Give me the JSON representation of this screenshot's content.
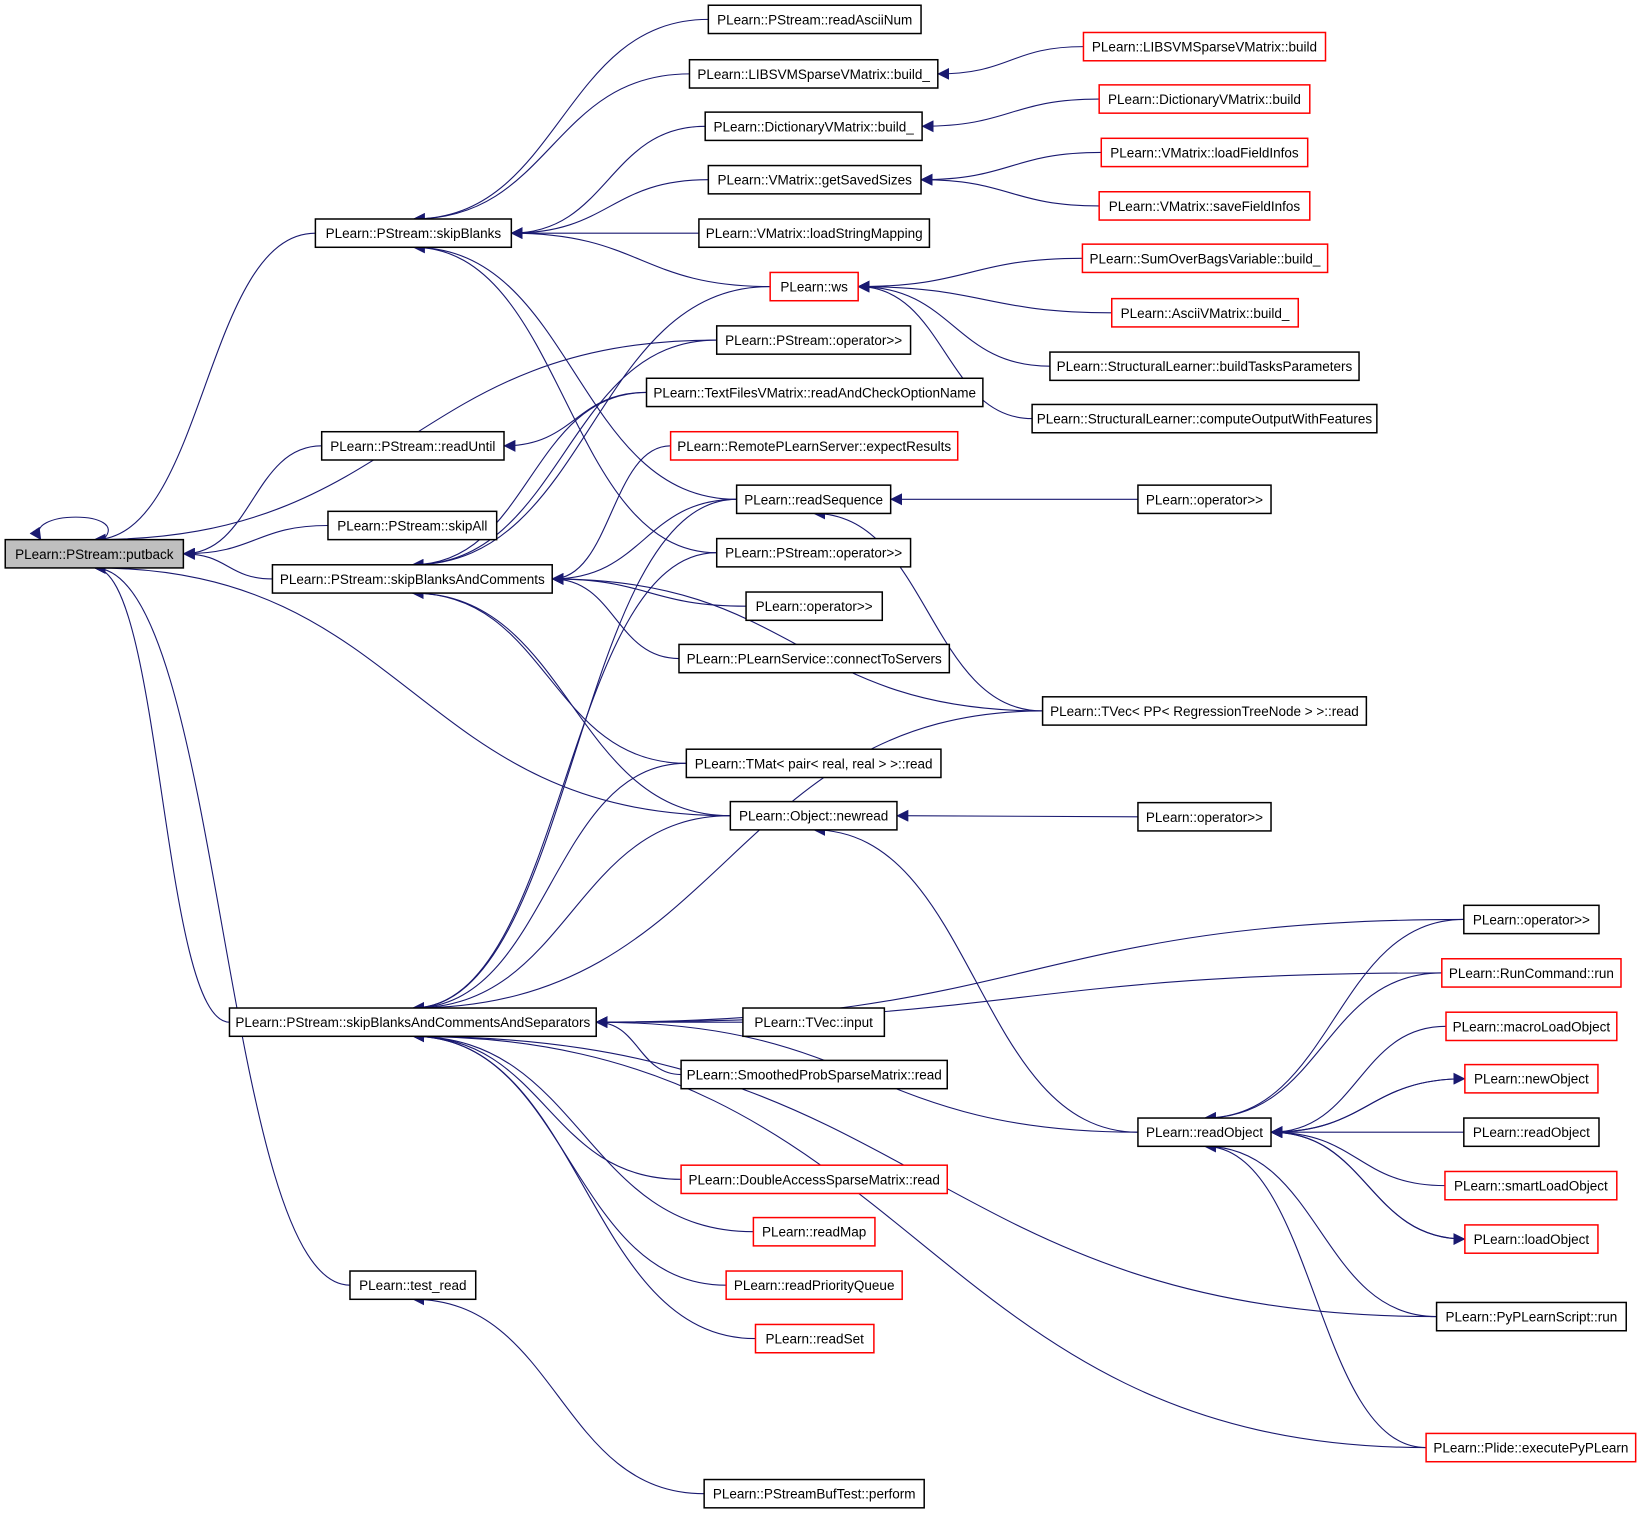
{
  "colors": {
    "edge": "#191970",
    "focus_fill": "#bfbfbf",
    "normal_stroke": "#000000",
    "external_stroke": "#ff0000",
    "background": "#ffffff"
  },
  "nodes": [
    {
      "id": "putback",
      "label": "PLearn::PStream::putback",
      "kind": "focus"
    },
    {
      "id": "skipBlanks",
      "label": "PLearn::PStream::skipBlanks",
      "kind": "normal"
    },
    {
      "id": "readUntil",
      "label": "PLearn::PStream::readUntil",
      "kind": "normal"
    },
    {
      "id": "skipAll",
      "label": "PLearn::PStream::skipAll",
      "kind": "normal"
    },
    {
      "id": "sbac",
      "label": "PLearn::PStream::skipBlanksAndComments",
      "kind": "normal"
    },
    {
      "id": "sbacas",
      "label": "PLearn::PStream::skipBlanksAndCommentsAndSeparators",
      "kind": "normal"
    },
    {
      "id": "test_read",
      "label": "PLearn::test_read",
      "kind": "normal"
    },
    {
      "id": "readAsciiNum",
      "label": "PLearn::PStream::readAsciiNum",
      "kind": "normal"
    },
    {
      "id": "libsvm_build_",
      "label": "PLearn::LIBSVMSparseVMatrix::build_",
      "kind": "normal"
    },
    {
      "id": "dict_build_",
      "label": "PLearn::DictionaryVMatrix::build_",
      "kind": "normal"
    },
    {
      "id": "getSavedSizes",
      "label": "PLearn::VMatrix::getSavedSizes",
      "kind": "normal"
    },
    {
      "id": "loadStringMapping",
      "label": "PLearn::VMatrix::loadStringMapping",
      "kind": "normal"
    },
    {
      "id": "ws",
      "label": "PLearn::ws",
      "kind": "external"
    },
    {
      "id": "ps_op1",
      "label": "PLearn::PStream::operator>>",
      "kind": "normal"
    },
    {
      "id": "readAndCheck",
      "label": "PLearn::TextFilesVMatrix::readAndCheckOptionName",
      "kind": "normal"
    },
    {
      "id": "expectResults",
      "label": "PLearn::RemotePLearnServer::expectResults",
      "kind": "external"
    },
    {
      "id": "readSequence",
      "label": "PLearn::readSequence",
      "kind": "normal"
    },
    {
      "id": "ps_op2",
      "label": "PLearn::PStream::operator>>",
      "kind": "normal"
    },
    {
      "id": "op_a",
      "label": "PLearn::operator>>",
      "kind": "normal"
    },
    {
      "id": "connectToServers",
      "label": "PLearn::PLearnService::connectToServers",
      "kind": "normal"
    },
    {
      "id": "tmat_read",
      "label": "PLearn::TMat< pair< real, real > >::read",
      "kind": "normal"
    },
    {
      "id": "newread",
      "label": "PLearn::Object::newread",
      "kind": "normal"
    },
    {
      "id": "tvec_input",
      "label": "PLearn::TVec::input",
      "kind": "normal"
    },
    {
      "id": "smoothed_read",
      "label": "PLearn::SmoothedProbSparseMatrix::read",
      "kind": "normal"
    },
    {
      "id": "dasm_read",
      "label": "PLearn::DoubleAccessSparseMatrix::read",
      "kind": "external"
    },
    {
      "id": "readMap",
      "label": "PLearn::readMap",
      "kind": "external"
    },
    {
      "id": "readPQ",
      "label": "PLearn::readPriorityQueue",
      "kind": "external"
    },
    {
      "id": "readSet",
      "label": "PLearn::readSet",
      "kind": "external"
    },
    {
      "id": "perform",
      "label": "PLearn::PStreamBufTest::perform",
      "kind": "normal"
    },
    {
      "id": "libsvm_build",
      "label": "PLearn::LIBSVMSparseVMatrix::build",
      "kind": "external"
    },
    {
      "id": "dict_build",
      "label": "PLearn::DictionaryVMatrix::build",
      "kind": "external"
    },
    {
      "id": "loadFieldInfos",
      "label": "PLearn::VMatrix::loadFieldInfos",
      "kind": "external"
    },
    {
      "id": "saveFieldInfos",
      "label": "PLearn::VMatrix::saveFieldInfos",
      "kind": "external"
    },
    {
      "id": "sobv_build_",
      "label": "PLearn::SumOverBagsVariable::build_",
      "kind": "external"
    },
    {
      "id": "ascii_build_",
      "label": "PLearn::AsciiVMatrix::build_",
      "kind": "external"
    },
    {
      "id": "buildTasks",
      "label": "PLearn::StructuralLearner::buildTasksParameters",
      "kind": "normal"
    },
    {
      "id": "computeOutput",
      "label": "PLearn::StructuralLearner::computeOutputWithFeatures",
      "kind": "normal"
    },
    {
      "id": "op_b",
      "label": "PLearn::operator>>",
      "kind": "normal"
    },
    {
      "id": "tvec_pp_read",
      "label": "PLearn::TVec< PP< RegressionTreeNode > >::read",
      "kind": "normal"
    },
    {
      "id": "op_c",
      "label": "PLearn::operator>>",
      "kind": "normal"
    },
    {
      "id": "op_d",
      "label": "PLearn::operator>>",
      "kind": "normal"
    },
    {
      "id": "runcmd",
      "label": "PLearn::RunCommand::run",
      "kind": "external"
    },
    {
      "id": "macroLoad",
      "label": "PLearn::macroLoadObject",
      "kind": "external"
    },
    {
      "id": "newObject",
      "label": "PLearn::newObject",
      "kind": "external"
    },
    {
      "id": "readObject",
      "label": "PLearn::readObject",
      "kind": "normal"
    },
    {
      "id": "readObject2",
      "label": "PLearn::readObject",
      "kind": "normal"
    },
    {
      "id": "smartLoad",
      "label": "PLearn::smartLoadObject",
      "kind": "external"
    },
    {
      "id": "loadObject",
      "label": "PLearn::loadObject",
      "kind": "external"
    },
    {
      "id": "pyrun",
      "label": "PLearn::PyPLearnScript::run",
      "kind": "normal"
    },
    {
      "id": "executePy",
      "label": "PLearn::Plide::executePyPLearn",
      "kind": "external"
    }
  ],
  "edges": [
    [
      "putback",
      "putback"
    ],
    [
      "skipBlanks",
      "putback"
    ],
    [
      "ps_op1",
      "putback"
    ],
    [
      "readUntil",
      "putback"
    ],
    [
      "skipAll",
      "putback"
    ],
    [
      "sbac",
      "putback"
    ],
    [
      "newread",
      "putback"
    ],
    [
      "sbacas",
      "putback"
    ],
    [
      "test_read",
      "putback"
    ],
    [
      "readAsciiNum",
      "skipBlanks"
    ],
    [
      "libsvm_build_",
      "skipBlanks"
    ],
    [
      "dict_build_",
      "skipBlanks"
    ],
    [
      "getSavedSizes",
      "skipBlanks"
    ],
    [
      "loadStringMapping",
      "skipBlanks"
    ],
    [
      "ws",
      "skipBlanks"
    ],
    [
      "readSequence",
      "skipBlanks"
    ],
    [
      "ps_op2",
      "skipBlanks"
    ],
    [
      "readAndCheck",
      "readUntil"
    ],
    [
      "ws",
      "sbac"
    ],
    [
      "ps_op1",
      "sbac"
    ],
    [
      "readAndCheck",
      "sbac"
    ],
    [
      "expectResults",
      "sbac"
    ],
    [
      "readSequence",
      "sbac"
    ],
    [
      "op_a",
      "sbac"
    ],
    [
      "connectToServers",
      "sbac"
    ],
    [
      "tvec_pp_read",
      "sbac"
    ],
    [
      "tmat_read",
      "sbac"
    ],
    [
      "newread",
      "sbac"
    ],
    [
      "readSequence",
      "sbacas"
    ],
    [
      "ps_op2",
      "sbacas"
    ],
    [
      "tmat_read",
      "sbacas"
    ],
    [
      "newread",
      "sbacas"
    ],
    [
      "tvec_pp_read",
      "sbacas"
    ],
    [
      "op_d",
      "sbacas"
    ],
    [
      "runcmd",
      "sbacas"
    ],
    [
      "tvec_input",
      "sbacas"
    ],
    [
      "smoothed_read",
      "sbacas"
    ],
    [
      "readObject",
      "sbacas"
    ],
    [
      "dasm_read",
      "sbacas"
    ],
    [
      "readMap",
      "sbacas"
    ],
    [
      "readPQ",
      "sbacas"
    ],
    [
      "readSet",
      "sbacas"
    ],
    [
      "pyrun",
      "sbacas"
    ],
    [
      "executePy",
      "sbacas"
    ],
    [
      "perform",
      "test_read"
    ],
    [
      "libsvm_build",
      "libsvm_build_"
    ],
    [
      "dict_build",
      "dict_build_"
    ],
    [
      "loadFieldInfos",
      "getSavedSizes"
    ],
    [
      "saveFieldInfos",
      "getSavedSizes"
    ],
    [
      "sobv_build_",
      "ws"
    ],
    [
      "ascii_build_",
      "ws"
    ],
    [
      "buildTasks",
      "ws"
    ],
    [
      "computeOutput",
      "ws"
    ],
    [
      "op_b",
      "readSequence"
    ],
    [
      "tvec_pp_read",
      "readSequence"
    ],
    [
      "op_c",
      "newread"
    ],
    [
      "readObject",
      "newread"
    ],
    [
      "op_d",
      "readObject"
    ],
    [
      "runcmd",
      "readObject"
    ],
    [
      "macroLoad",
      "readObject"
    ],
    [
      "newObject",
      "readObject"
    ],
    [
      "readObject2",
      "readObject"
    ],
    [
      "smartLoad",
      "readObject"
    ],
    [
      "loadObject",
      "readObject"
    ],
    [
      "pyrun",
      "readObject"
    ],
    [
      "executePy",
      "readObject"
    ],
    [
      "readObject",
      "newObject"
    ],
    [
      "readObject",
      "loadObject"
    ]
  ]
}
